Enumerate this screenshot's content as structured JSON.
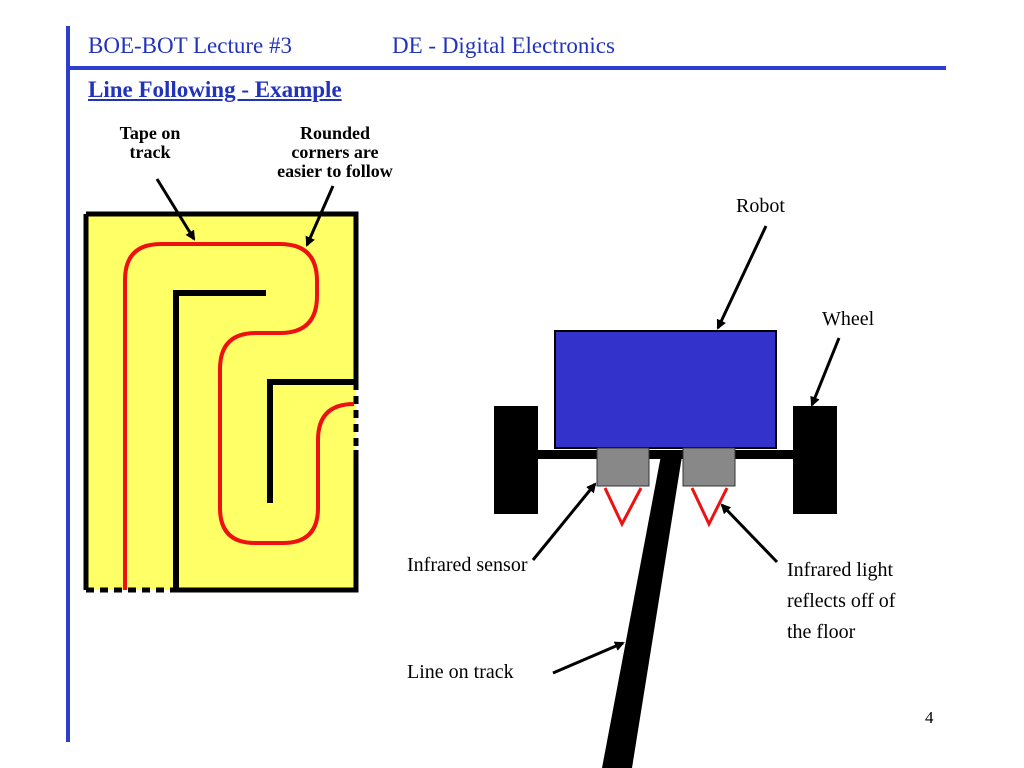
{
  "header": {
    "lecture": "BOE-BOT Lecture #3",
    "course": "DE - Digital Electronics"
  },
  "subtitle": "Line Following - Example",
  "track_diagram": {
    "tape_label": [
      "Tape on",
      "track"
    ],
    "corners_label": [
      "Rounded",
      "corners are",
      "easier to follow"
    ],
    "board_color": "#ffff66",
    "tape_color": "#ee1111"
  },
  "robot_diagram": {
    "robot_label": "Robot",
    "wheel_label": "Wheel",
    "sensor_label": "Infrared sensor",
    "light_label": [
      "Infrared light",
      "reflects off of",
      "the floor"
    ],
    "line_label": "Line on track",
    "body_color": "#3333cc",
    "sensor_color": "#888888",
    "ir_color": "#ee1111"
  },
  "page_number": "4",
  "colors": {
    "accent": "#2c3fc8",
    "title_text": "#2233bb"
  }
}
